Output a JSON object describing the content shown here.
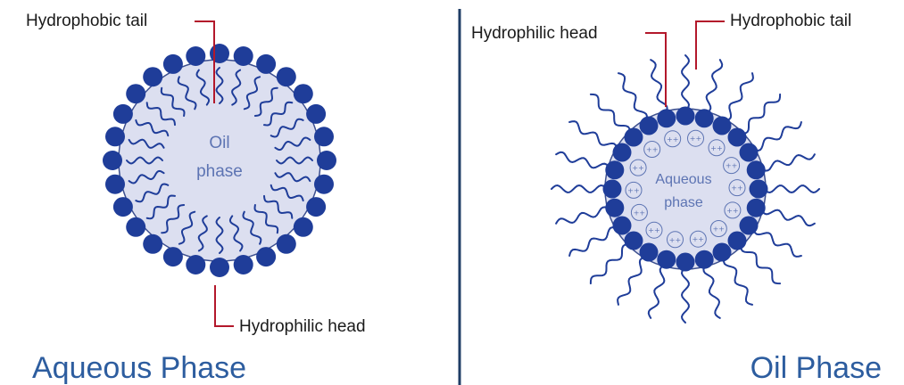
{
  "left_panel": {
    "tail_label": "Hydrophobic tail",
    "head_label": "Hydrophilic head",
    "core_line1": "Oil",
    "core_line2": "phase",
    "title": "Aqueous Phase"
  },
  "right_panel": {
    "head_label": "Hydrophilic head",
    "tail_label": "Hydrophobic tail",
    "core_line1": "Aqueous",
    "core_line2": "phase",
    "title": "Oil Phase",
    "ion_symbol": "++"
  },
  "colors": {
    "head": "#1f3d99",
    "core_fill": "#dcdff0",
    "core_stroke": "#3c4f8f",
    "leader": "#b3182b",
    "divider": "#1f3d66",
    "title": "#2d5d9f"
  }
}
